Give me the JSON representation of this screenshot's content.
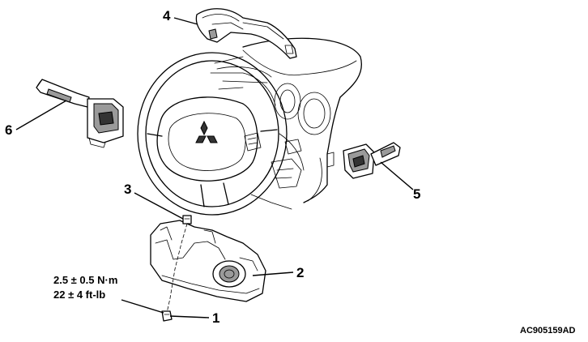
{
  "callouts": {
    "c1": "1",
    "c2": "2",
    "c3": "3",
    "c4": "4",
    "c5": "5",
    "c6": "6"
  },
  "torque_spec": {
    "metric": "2.5 ± 0.5 N·m",
    "imperial": "22 ± 4 ft-lb"
  },
  "figure_id": "AC905159AD"
}
